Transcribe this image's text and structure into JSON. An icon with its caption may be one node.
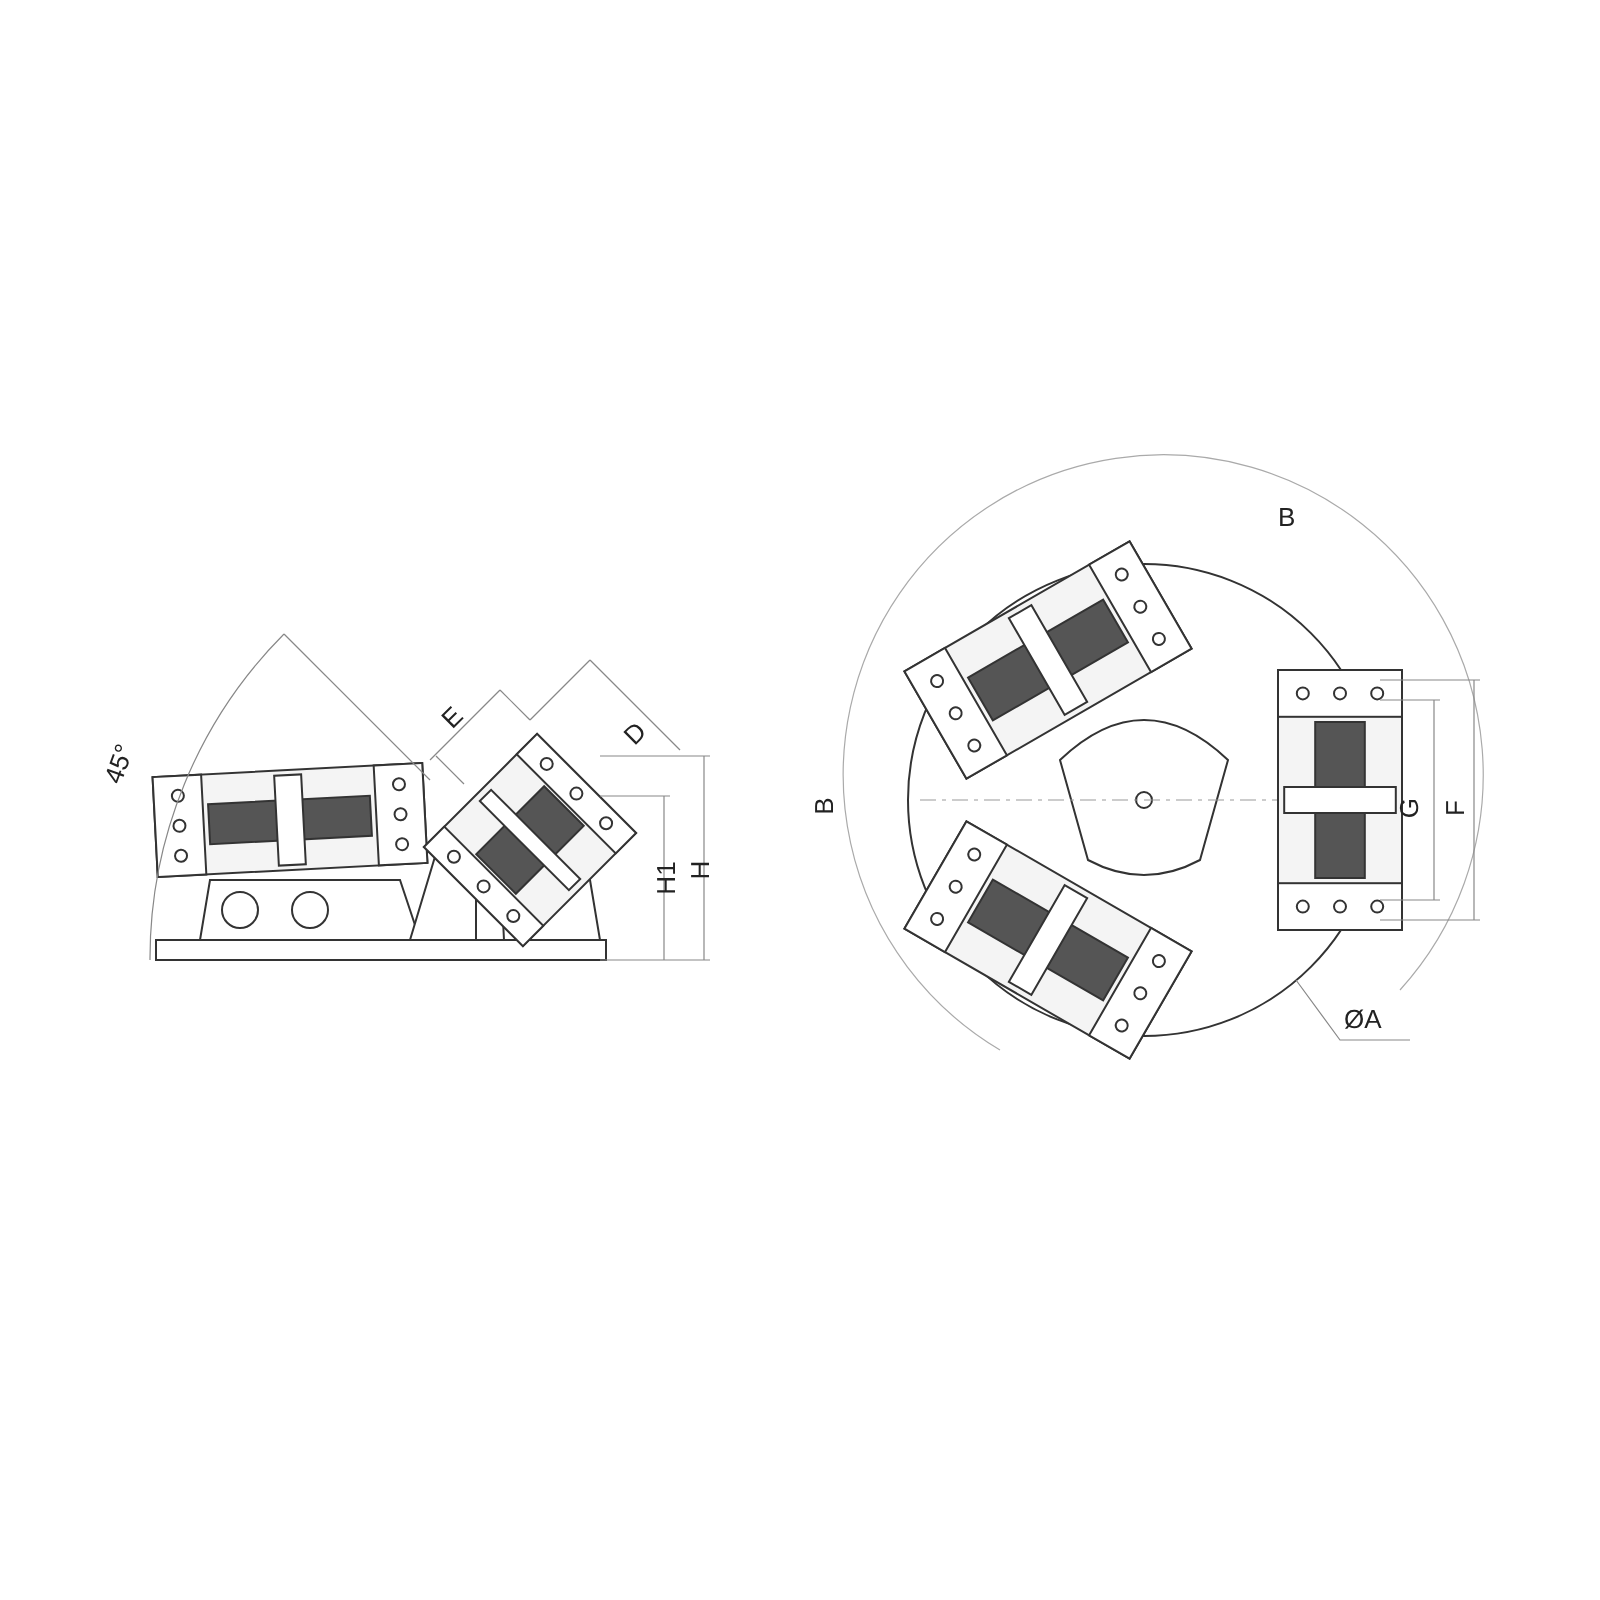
{
  "diagram": {
    "labels": [
      "45°",
      "E",
      "D",
      "H1",
      "H",
      "B",
      "B",
      "G",
      "F",
      "ØA"
    ]
  }
}
